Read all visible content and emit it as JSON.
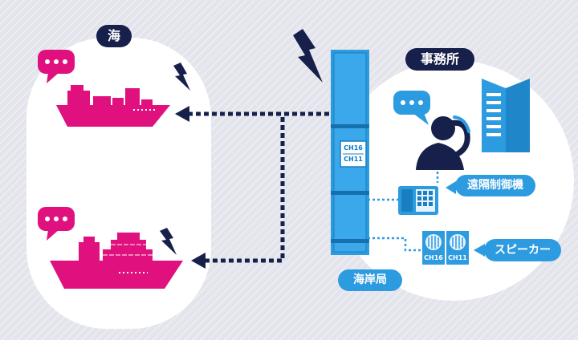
{
  "labels": {
    "sea": "海",
    "office": "事務所",
    "coast_station": "海岸局",
    "remote_controller": "遠隔制御機",
    "speaker": "スピーカー"
  },
  "channels": {
    "ch16": "CH16",
    "ch11": "CH11"
  },
  "colors": {
    "navy": "#16204a",
    "blue": "#2d9be0",
    "magenta": "#e0107f",
    "background": "#e4e5ec"
  }
}
